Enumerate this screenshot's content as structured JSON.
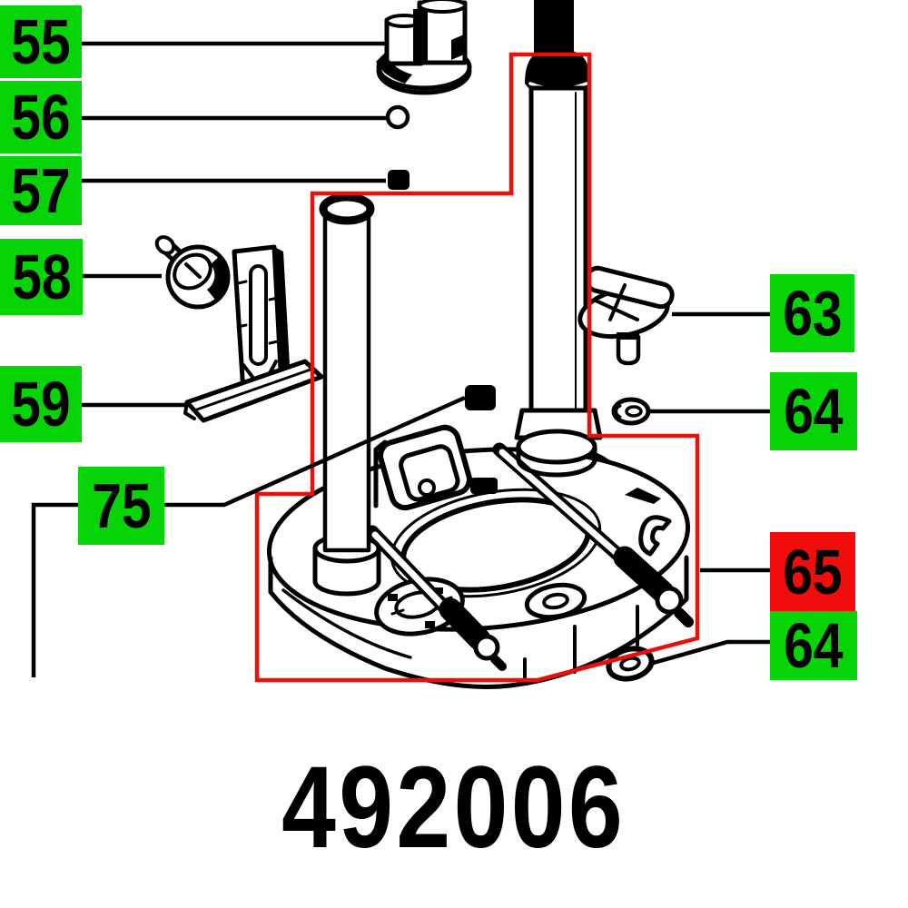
{
  "part_number": "492006",
  "colors": {
    "background": "#ffffff",
    "callout_green": "#06d406",
    "callout_red": "#f20d0d",
    "selection_red": "#e8100c",
    "ink": "#000000"
  },
  "callouts": [
    {
      "id": "55",
      "label": "55",
      "style": "green"
    },
    {
      "id": "56",
      "label": "56",
      "style": "green"
    },
    {
      "id": "57",
      "label": "57",
      "style": "green"
    },
    {
      "id": "58",
      "label": "58",
      "style": "green"
    },
    {
      "id": "59",
      "label": "59",
      "style": "green"
    },
    {
      "id": "75",
      "label": "75",
      "style": "green"
    },
    {
      "id": "63",
      "label": "63",
      "style": "green"
    },
    {
      "id": "64-upper",
      "label": "64",
      "style": "green"
    },
    {
      "id": "65",
      "label": "65",
      "style": "red"
    },
    {
      "id": "64-lower",
      "label": "64",
      "style": "green"
    }
  ]
}
